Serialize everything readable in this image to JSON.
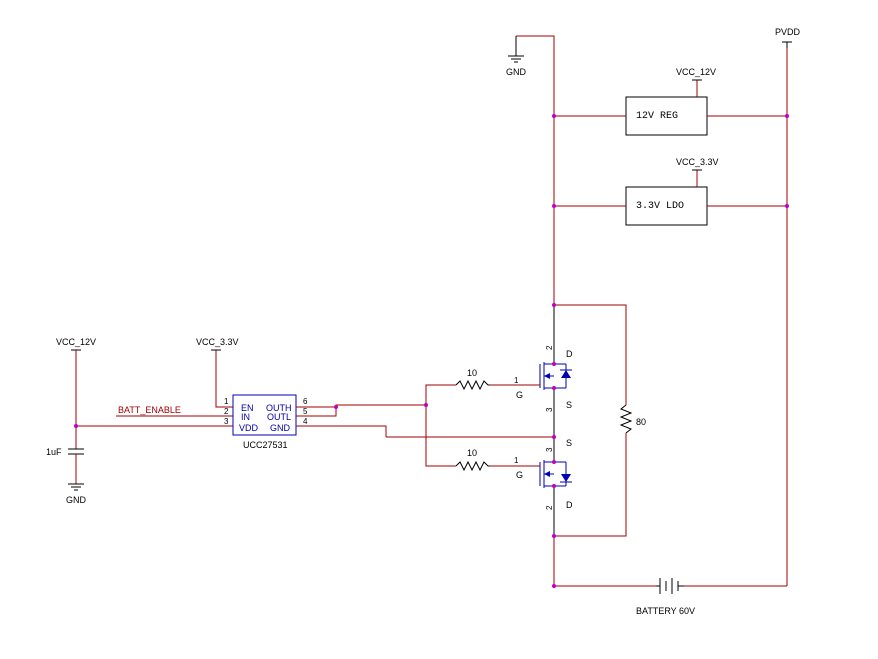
{
  "nets": {
    "gnd_top": "GND",
    "pvdd": "PVDD",
    "vcc12_reg": "VCC_12V",
    "vcc33_ldo": "VCC_3.3V",
    "vcc12_left": "VCC_12V",
    "vcc33_drv": "VCC_3.3V",
    "gnd_left": "GND",
    "batt_enable": "BATT_ENABLE"
  },
  "blocks": {
    "reg12": "12V REG",
    "ldo33": "3.3V LDO"
  },
  "driver": {
    "name": "UCC27531",
    "left_pins": [
      {
        "num": "1",
        "label": "EN"
      },
      {
        "num": "2",
        "label": "IN"
      },
      {
        "num": "3",
        "label": "VDD"
      }
    ],
    "right_pins": [
      {
        "num": "6",
        "label": "OUTH"
      },
      {
        "num": "5",
        "label": "OUTL"
      },
      {
        "num": "4",
        "label": "GND"
      }
    ]
  },
  "capacitor": "1uF",
  "gate_res_top": "10",
  "gate_res_bot": "10",
  "resistor_80": "80",
  "battery": "BATTERY 60V",
  "mosfet_top": {
    "drain_pin": "2",
    "gate_pin": "1",
    "source_pin": "3",
    "d": "D",
    "g": "G",
    "s": "S"
  },
  "mosfet_bot": {
    "drain_pin": "2",
    "gate_pin": "1",
    "source_pin": "3",
    "d": "D",
    "g": "G",
    "s": "S"
  },
  "source_node": "S"
}
